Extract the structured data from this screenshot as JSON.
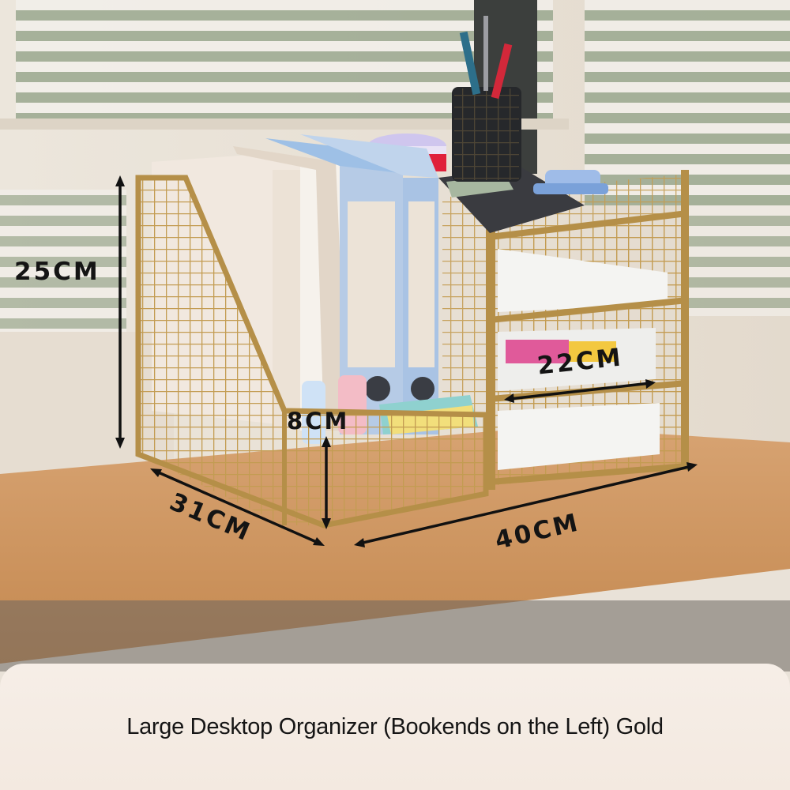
{
  "product": {
    "caption": "Large Desktop Organizer (Bookends on the Left) Gold"
  },
  "dimensions": {
    "height": "25CM",
    "inner_height": "8CM",
    "shelf_width": "22CM",
    "depth": "31CM",
    "length": "40CM"
  },
  "colors": {
    "frame_gold": "#c9a45c",
    "desk_wood": "#c98e58",
    "binder_blue": "#a9c3e4",
    "caption_band": "#f5ede5"
  }
}
